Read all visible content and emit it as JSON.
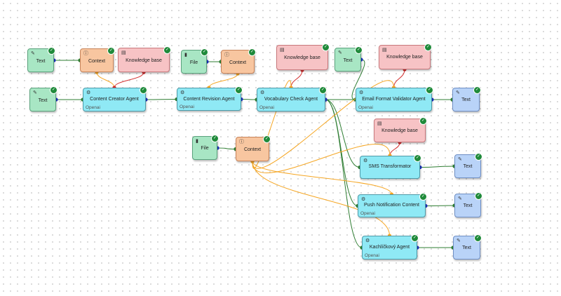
{
  "nodes": [
    {
      "id": "text1",
      "type": "text",
      "label": "Text",
      "icon": "pencil-icon"
    },
    {
      "id": "context1",
      "type": "context",
      "label": "Context",
      "icon": "info-icon"
    },
    {
      "id": "kb1",
      "type": "kb",
      "label": "Knowledge base",
      "icon": "book-icon"
    },
    {
      "id": "file1",
      "type": "file",
      "label": "File",
      "icon": "file-icon"
    },
    {
      "id": "context2",
      "type": "context",
      "label": "Context",
      "icon": "info-icon"
    },
    {
      "id": "kb2",
      "type": "kb",
      "label": "Knowledge base",
      "icon": "book-icon"
    },
    {
      "id": "text2",
      "type": "text",
      "label": "Text",
      "icon": "pencil-icon"
    },
    {
      "id": "kb3",
      "type": "kb",
      "label": "Knowledge base",
      "icon": "book-icon"
    },
    {
      "id": "text3",
      "type": "text",
      "label": "Text",
      "icon": "pencil-icon"
    },
    {
      "id": "agent1",
      "type": "agent",
      "label": "Content Creator Agent",
      "sub": "Openai",
      "icon": "robot-icon"
    },
    {
      "id": "agent2",
      "type": "agent",
      "label": "Content Revision Agent",
      "sub": "Openai",
      "icon": "robot-icon"
    },
    {
      "id": "agent3",
      "type": "agent",
      "label": "Vocabulary Check Agent",
      "sub": "Openai",
      "icon": "robot-icon"
    },
    {
      "id": "agent4",
      "type": "agent",
      "label": "Email Format Validator Agent",
      "sub": "Openai",
      "icon": "robot-icon"
    },
    {
      "id": "out1",
      "type": "outtext",
      "label": "Text",
      "icon": "pencil-icon"
    },
    {
      "id": "kb4",
      "type": "kb",
      "label": "Knowledge base",
      "icon": "book-icon"
    },
    {
      "id": "file2",
      "type": "file",
      "label": "File",
      "icon": "file-icon"
    },
    {
      "id": "context3",
      "type": "context",
      "label": "Context",
      "icon": "info-icon"
    },
    {
      "id": "agent5",
      "type": "agent",
      "label": "SMS Transformator",
      "sub": "",
      "icon": "robot-icon"
    },
    {
      "id": "out2",
      "type": "outtext",
      "label": "Text",
      "icon": "pencil-icon"
    },
    {
      "id": "agent6",
      "type": "agent",
      "label": "Push Notification Content",
      "sub": "Openai",
      "icon": "robot-icon"
    },
    {
      "id": "out3",
      "type": "outtext",
      "label": "Text",
      "icon": "pencil-icon"
    },
    {
      "id": "agent7",
      "type": "agent",
      "label": "Kachlíčkový Agent",
      "sub": "Openai",
      "icon": "robot-icon"
    },
    {
      "id": "out4",
      "type": "outtext",
      "label": "Text",
      "icon": "pencil-icon"
    }
  ],
  "edges": [
    {
      "from": "text1",
      "to": "context1",
      "kind": "text"
    },
    {
      "from": "file1",
      "to": "context2",
      "kind": "text"
    },
    {
      "from": "text3",
      "to": "agent1",
      "kind": "text"
    },
    {
      "from": "context1",
      "to": "agent1",
      "kind": "context"
    },
    {
      "from": "kb1",
      "to": "agent1",
      "kind": "kb"
    },
    {
      "from": "agent1",
      "to": "agent2",
      "kind": "flow"
    },
    {
      "from": "context2",
      "to": "agent2",
      "kind": "context"
    },
    {
      "from": "agent2",
      "to": "agent3",
      "kind": "flow"
    },
    {
      "from": "kb2",
      "to": "agent3",
      "kind": "kb"
    },
    {
      "from": "agent3",
      "to": "agent4",
      "kind": "flow"
    },
    {
      "from": "text2",
      "to": "agent4",
      "kind": "text"
    },
    {
      "from": "kb3",
      "to": "agent4",
      "kind": "kb"
    },
    {
      "from": "agent4",
      "to": "out1",
      "kind": "text"
    },
    {
      "from": "file2",
      "to": "context3",
      "kind": "text"
    },
    {
      "from": "kb4",
      "to": "agent5",
      "kind": "kb"
    },
    {
      "from": "agent3",
      "to": "agent5",
      "kind": "flow"
    },
    {
      "from": "agent3",
      "to": "agent6",
      "kind": "flow"
    },
    {
      "from": "agent3",
      "to": "agent7",
      "kind": "flow"
    },
    {
      "from": "context3",
      "to": "agent4",
      "kind": "context"
    },
    {
      "from": "context3",
      "to": "agent3",
      "kind": "context"
    },
    {
      "from": "context3",
      "to": "agent5",
      "kind": "context"
    },
    {
      "from": "context3",
      "to": "agent6",
      "kind": "context"
    },
    {
      "from": "context3",
      "to": "agent7",
      "kind": "context"
    },
    {
      "from": "agent5",
      "to": "out2",
      "kind": "text"
    },
    {
      "from": "agent6",
      "to": "out3",
      "kind": "text"
    },
    {
      "from": "agent7",
      "to": "out4",
      "kind": "text"
    }
  ],
  "colors": {
    "flow_edge": "#2e7d32",
    "context_edge": "#f5a623",
    "kb_edge": "#d32f2f",
    "text_edge": "#2e7d32",
    "port_in": "#2e7d32",
    "port_out": "#1a33c8",
    "port_context": "#f5a623",
    "port_kb": "#d32f2f"
  }
}
